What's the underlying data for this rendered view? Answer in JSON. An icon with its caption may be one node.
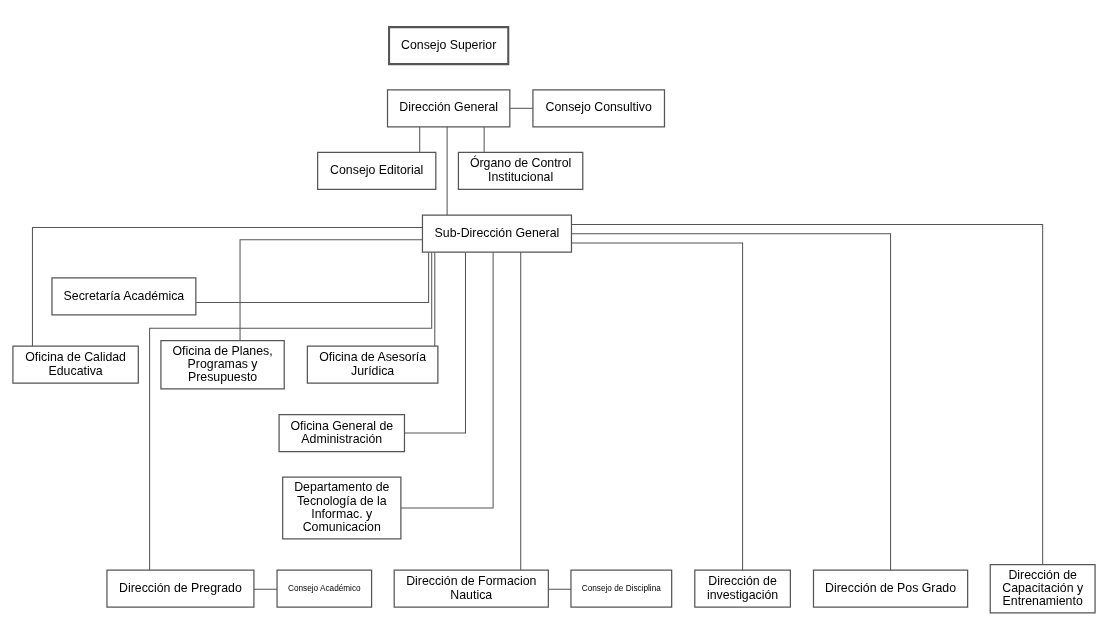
{
  "diagram": {
    "nodes": [
      {
        "text": [
          "Consejo Superior"
        ]
      },
      {
        "text": [
          "Dirección General"
        ]
      },
      {
        "text": [
          "Consejo Consultivo"
        ]
      },
      {
        "text": [
          "Consejo Editorial"
        ]
      },
      {
        "text": [
          "Órgano de Control Institucional"
        ]
      },
      {
        "text": [
          "Sub-Dirección General"
        ]
      },
      {
        "text": [
          "Secretaría Académica"
        ]
      },
      {
        "text": [
          "Oficina de Calidad Educativa"
        ]
      },
      {
        "text": [
          "Oficina de Planes, Programas y Presupuesto"
        ]
      },
      {
        "text": [
          "Oficina de Asesoría Jurídica"
        ]
      },
      {
        "text": [
          "Oficina General de Administración"
        ]
      },
      {
        "text": [
          "Departamento de Tecnología de la Informac. y Comunicacion"
        ]
      },
      {
        "text": [
          "Dirección de Pregrado"
        ]
      },
      {
        "text": [
          "Consejo Académico"
        ]
      },
      {
        "text": [
          "Dirección de Formacion Nautica"
        ]
      },
      {
        "text": [
          "Consejo de Disciplina"
        ]
      },
      {
        "text": [
          "Dirección de investigación"
        ]
      },
      {
        "text": [
          "Dirección de Pos Grado"
        ]
      },
      {
        "text": [
          "Dirección de Capacitación y Entrenamiento"
        ]
      }
    ],
    "edges": [
      {
        "from": 1,
        "to": 2,
        "arrow": "none"
      },
      {
        "from": 1,
        "to": 3,
        "arrow": "none"
      },
      {
        "from": 1,
        "to": 4,
        "arrow": "none"
      },
      {
        "from": 1,
        "to": 5,
        "arrow": "none"
      },
      {
        "from": 5,
        "to": 6,
        "arrow": "none"
      },
      {
        "from": 5,
        "to": 7,
        "arrow": "none"
      },
      {
        "from": 5,
        "to": 8,
        "arrow": "none"
      },
      {
        "from": 5,
        "to": 9,
        "arrow": "none"
      },
      {
        "from": 5,
        "to": 10,
        "arrow": "none"
      },
      {
        "from": 5,
        "to": 11,
        "arrow": "none"
      },
      {
        "from": 5,
        "to": 12,
        "arrow": "none"
      },
      {
        "from": 5,
        "to": 14,
        "arrow": "none"
      },
      {
        "from": 5,
        "to": 16,
        "arrow": "none"
      },
      {
        "from": 5,
        "to": 17,
        "arrow": "none"
      },
      {
        "from": 5,
        "to": 18,
        "arrow": "none"
      },
      {
        "from": 12,
        "to": 13,
        "arrow": "none"
      },
      {
        "from": 14,
        "to": 15,
        "arrow": "none"
      }
    ]
  }
}
